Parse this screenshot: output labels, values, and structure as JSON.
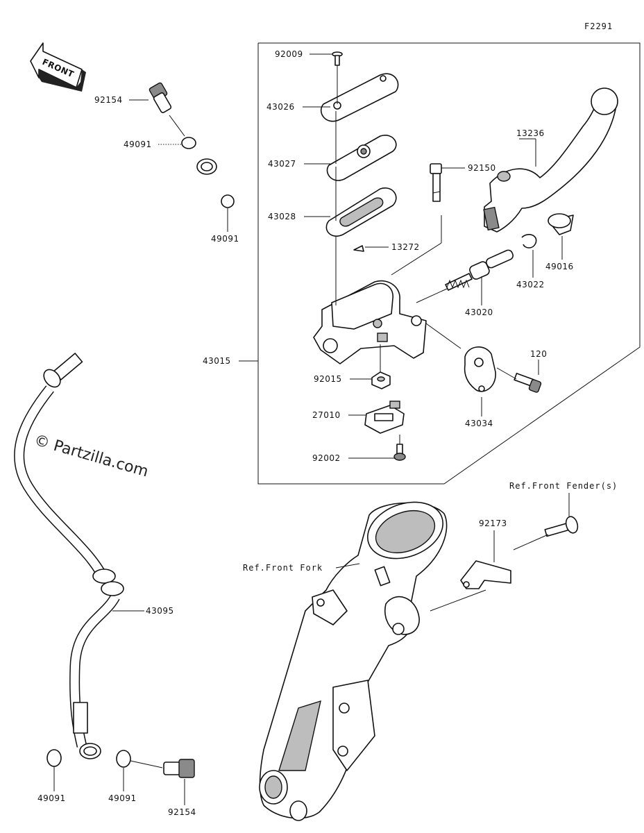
{
  "diagram_code": "F2291",
  "front_arrow": "FRONT",
  "watermark": "© Partzilla.com",
  "references": {
    "front_fender": "Ref.Front Fender(s)",
    "front_fork": "Ref.Front Fork"
  },
  "labels": {
    "p92009": "92009",
    "p43026": "43026",
    "p43027": "43027",
    "p43028": "43028",
    "p92150": "92150",
    "p13236": "13236",
    "p13272": "13272",
    "p43015": "43015",
    "p43020": "43020",
    "p43022": "43022",
    "p49016": "49016",
    "p92015": "92015",
    "p27010": "27010",
    "p43034": "43034",
    "p120": "120",
    "p92002": "92002",
    "p92154_top": "92154",
    "p49091_a": "49091",
    "p49091_b": "49091",
    "p43095": "43095",
    "p49091_c": "49091",
    "p49091_d": "49091",
    "p92154_bottom": "92154",
    "p92173": "92173"
  }
}
